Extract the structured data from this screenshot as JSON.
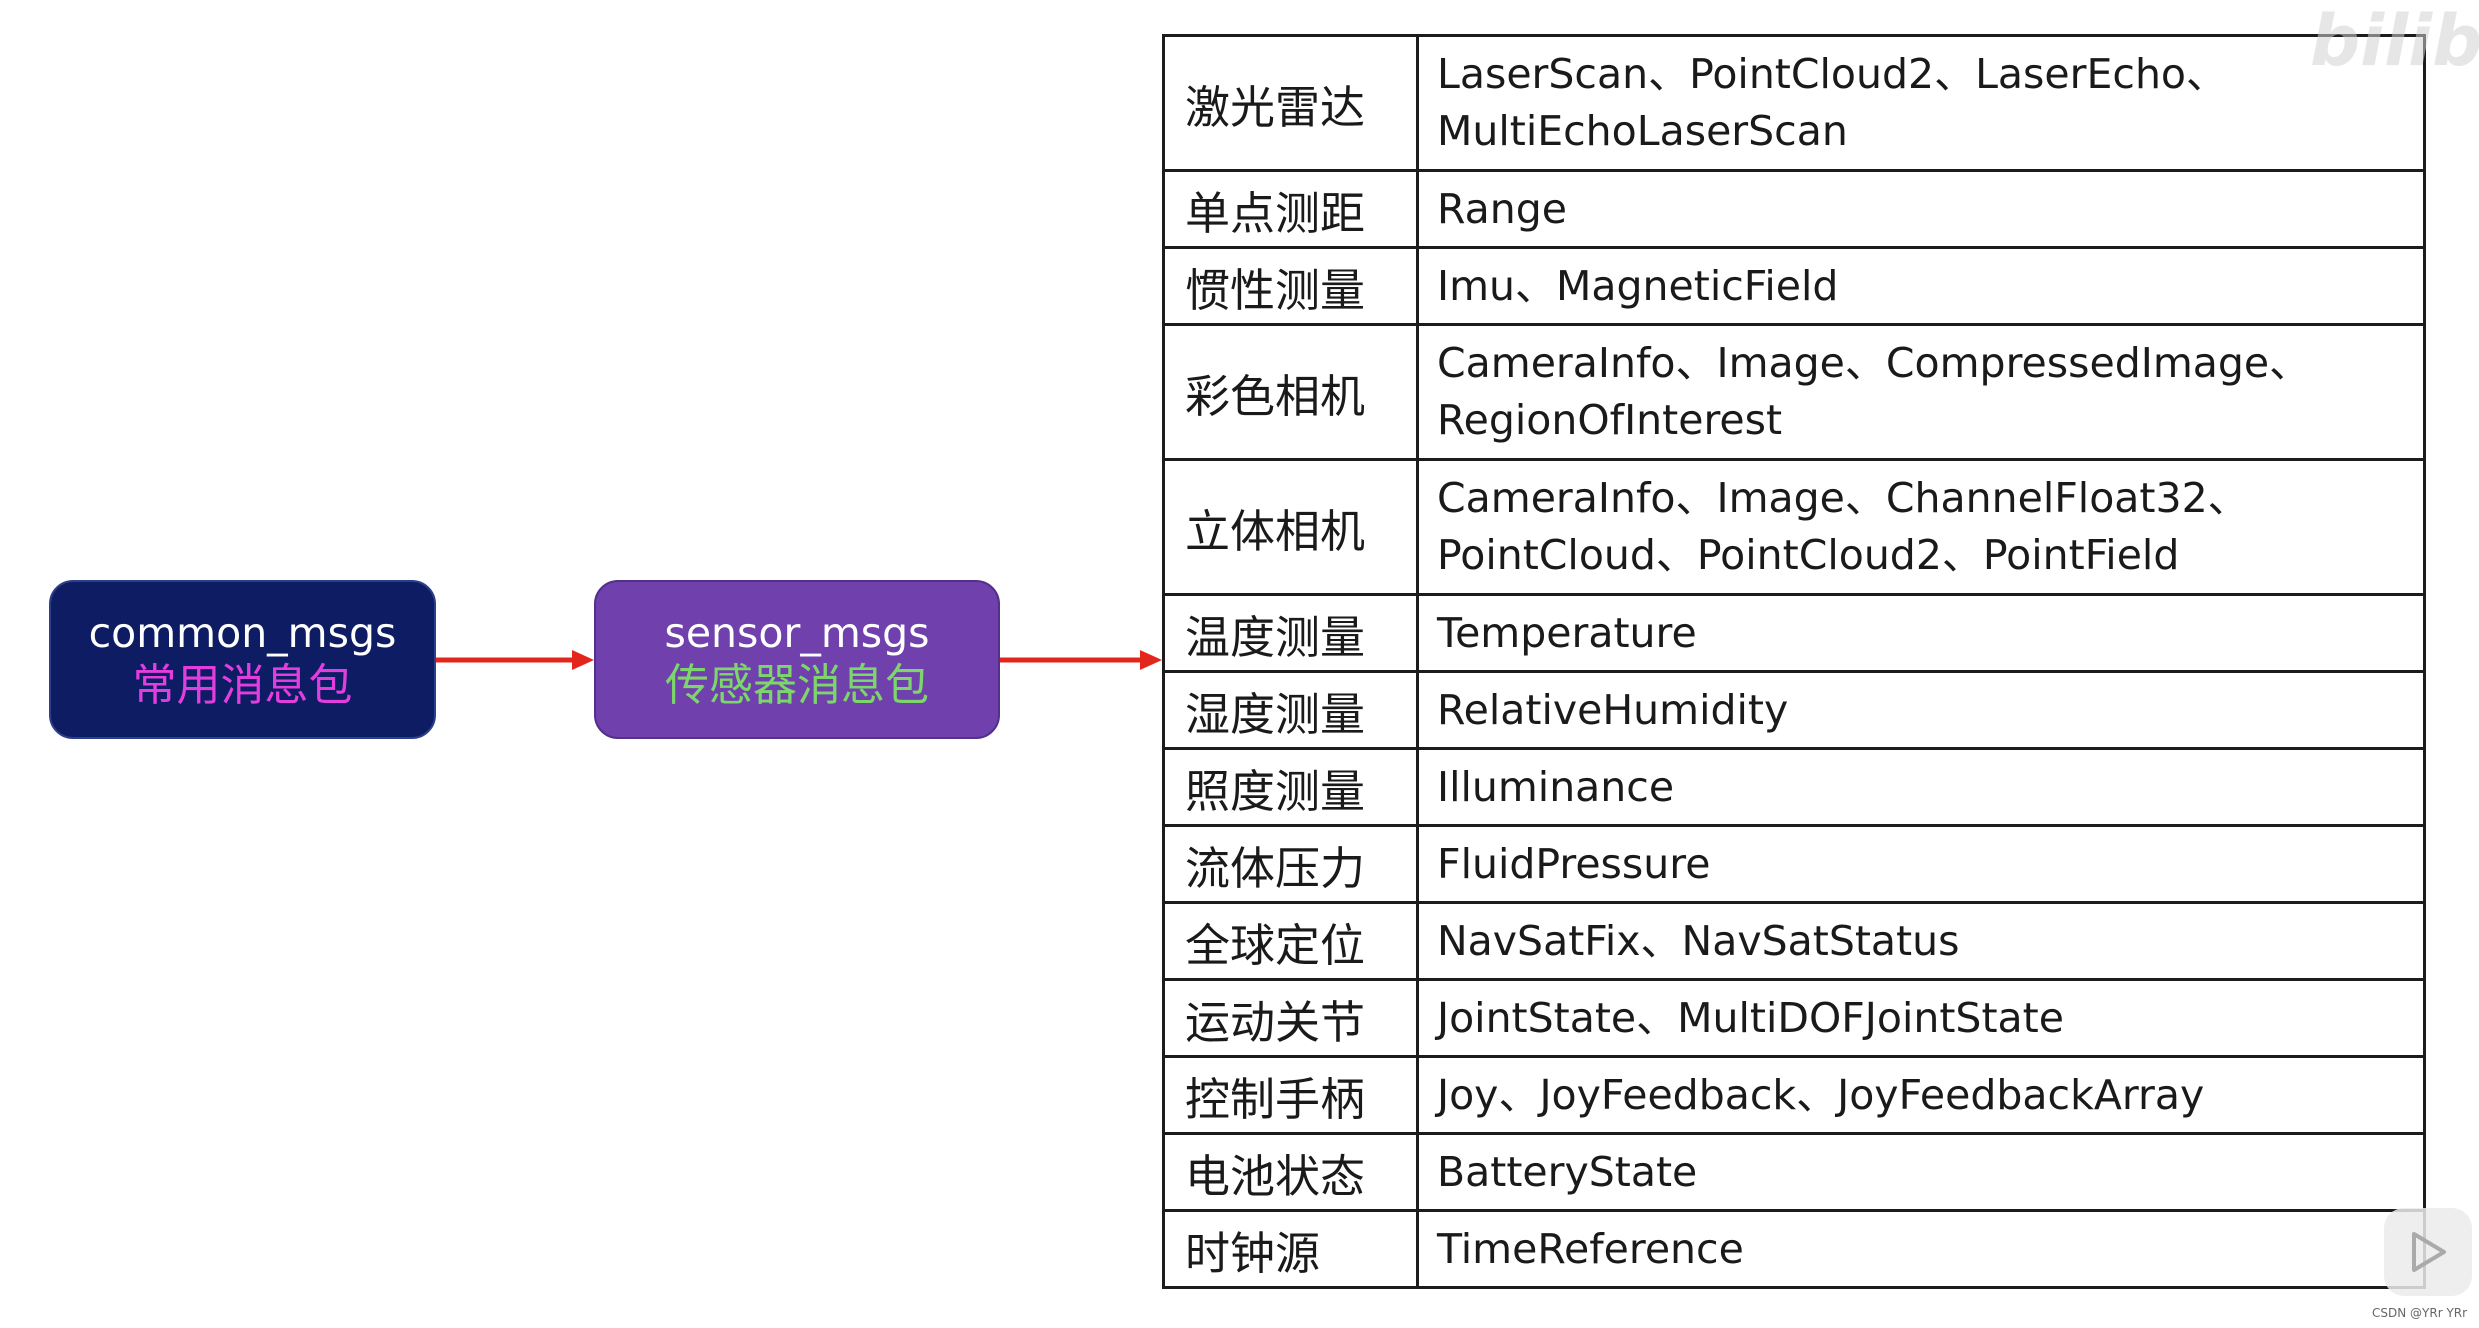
{
  "nodes": {
    "common": {
      "en": "common_msgs",
      "zh": "常用消息包"
    },
    "sensor": {
      "en": "sensor_msgs",
      "zh": "传感器消息包"
    }
  },
  "colors": {
    "common_bg": "#0d1c63",
    "common_zh": "#e23ddf",
    "sensor_bg": "#7040ad",
    "sensor_zh": "#7cd66b",
    "arrow": "#e3261b"
  },
  "table": {
    "rows": [
      {
        "category": "激光雷达",
        "line1": "LaserScan、PointCloud2、LaserEcho、",
        "line2": "MultiEchoLaserScan"
      },
      {
        "category": "单点测距",
        "line1": "Range"
      },
      {
        "category": "惯性测量",
        "line1": "Imu、MagneticField"
      },
      {
        "category": "彩色相机",
        "line1": "CameraInfo、Image、CompressedImage、",
        "line2": "RegionOfInterest"
      },
      {
        "category": "立体相机",
        "line1": "CameraInfo、Image、ChannelFloat32、",
        "line2": "PointCloud、PointCloud2、PointField"
      },
      {
        "category": "温度测量",
        "line1": "Temperature"
      },
      {
        "category": "湿度测量",
        "line1": "RelativeHumidity"
      },
      {
        "category": "照度测量",
        "line1": "Illuminance"
      },
      {
        "category": "流体压力",
        "line1": "FluidPressure"
      },
      {
        "category": "全球定位",
        "line1": "NavSatFix、NavSatStatus"
      },
      {
        "category": "运动关节",
        "line1": "JointState、MultiDOFJointState"
      },
      {
        "category": "控制手柄",
        "line1": "Joy、JoyFeedback、JoyFeedbackArray"
      },
      {
        "category": "电池状态",
        "line1": "BatteryState"
      },
      {
        "category": "时钟源",
        "line1": "TimeReference"
      }
    ]
  },
  "overlay": {
    "watermark": "bilibili",
    "credit": "CSDN @YRr YRr",
    "play_icon": "play-icon"
  }
}
